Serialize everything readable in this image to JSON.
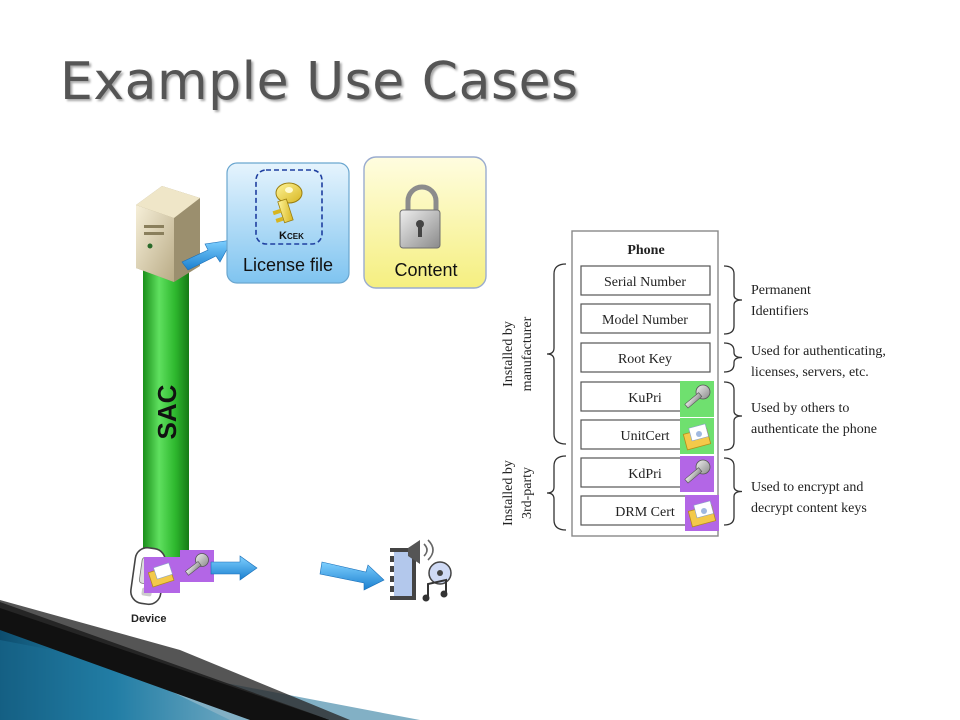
{
  "slide": {
    "title": "Example Use Cases"
  },
  "left_diagram": {
    "sac_label": "SAC",
    "license_file_label": "License file",
    "key_label_main": "K",
    "key_label_sub": "CEK",
    "content_label": "Content",
    "device_label": "Device"
  },
  "phone_diagram": {
    "title": "Phone",
    "rows": [
      "Serial Number",
      "Model Number",
      "Root Key",
      "KuPri",
      "UnitCert",
      "KdPri",
      "DRM Cert"
    ],
    "left_groups": [
      {
        "lines": [
          "Installed by",
          "manufacturer"
        ]
      },
      {
        "lines": [
          "Installed by",
          "3rd-party"
        ]
      }
    ],
    "right_notes": [
      {
        "lines": [
          "Permanent",
          "Identifiers"
        ]
      },
      {
        "lines": [
          "Used for authenticating,",
          "licenses, servers, etc."
        ]
      },
      {
        "lines": [
          "Used by others to",
          "authenticate the phone"
        ]
      },
      {
        "lines": [
          "Used to encrypt and",
          "decrypt content keys"
        ]
      }
    ]
  },
  "colors": {
    "sac_bar": "#2eb82e",
    "license_box": "#9fd3f5",
    "content_box": "#fbf7a8",
    "arrow": "#1f8fd8",
    "badge_green": "#6fe06f",
    "badge_purple": "#b366e6",
    "title": "#555555"
  }
}
